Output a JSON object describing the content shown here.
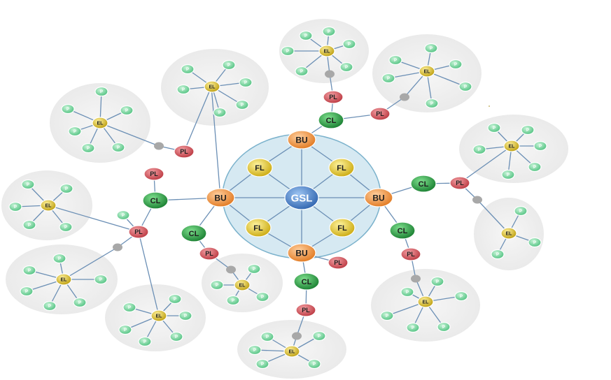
{
  "labels": {
    "center": "GSL",
    "bu": "BU",
    "fl": "FL",
    "cl": "CL",
    "pl": "PL",
    "el": "EL",
    "p": "P"
  },
  "colors": {
    "line": "#6b8fb5",
    "hub_fill": "#d6e9f2",
    "hub_stroke": "#7bb2cc",
    "cluster_bg": "#eeeeee",
    "gsl": "#3f78c4",
    "bu": "#f0913a",
    "fl": "#e2c711",
    "cl": "#1e9a3c",
    "pl": "#cf4a52",
    "el": "#d8b60d",
    "p": "#6fd19a",
    "junction": "#a8a8a8"
  }
}
